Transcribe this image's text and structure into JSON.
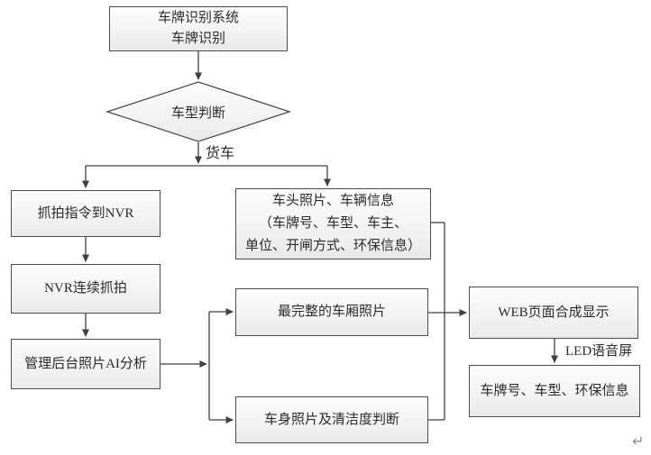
{
  "flowchart": {
    "nodes": {
      "start": {
        "lines": [
          "车牌识别系统",
          "车牌识别"
        ]
      },
      "decision": {
        "label": "车型判断"
      },
      "capture_cmd": {
        "label": "抓拍指令到NVR"
      },
      "nvr_capture": {
        "label": "NVR连续抓拍"
      },
      "ai_analysis": {
        "label": "管理后台照片AI分析"
      },
      "head_photo": {
        "lines": [
          "车头照片、车辆信息",
          "（车牌号、车型、车主、",
          "单位、开闸方式、环保信息）"
        ]
      },
      "carriage_photo": {
        "label": "最完整的车厢照片"
      },
      "body_photo": {
        "label": "车身照片及清洁度判断"
      },
      "web_display": {
        "label": "WEB页面合成显示"
      },
      "led_output": {
        "label": "车牌号、车型、环保信息"
      }
    },
    "edge_labels": {
      "truck_branch": "货车",
      "led_screen": "LED语音屏"
    },
    "return_mark": "↵"
  },
  "colors": {
    "line": "#404040",
    "border": "#4d4d4d",
    "fill_top": "#fcfcfc",
    "fill_bottom": "#e9e9e9",
    "text": "#2b2b2b"
  }
}
